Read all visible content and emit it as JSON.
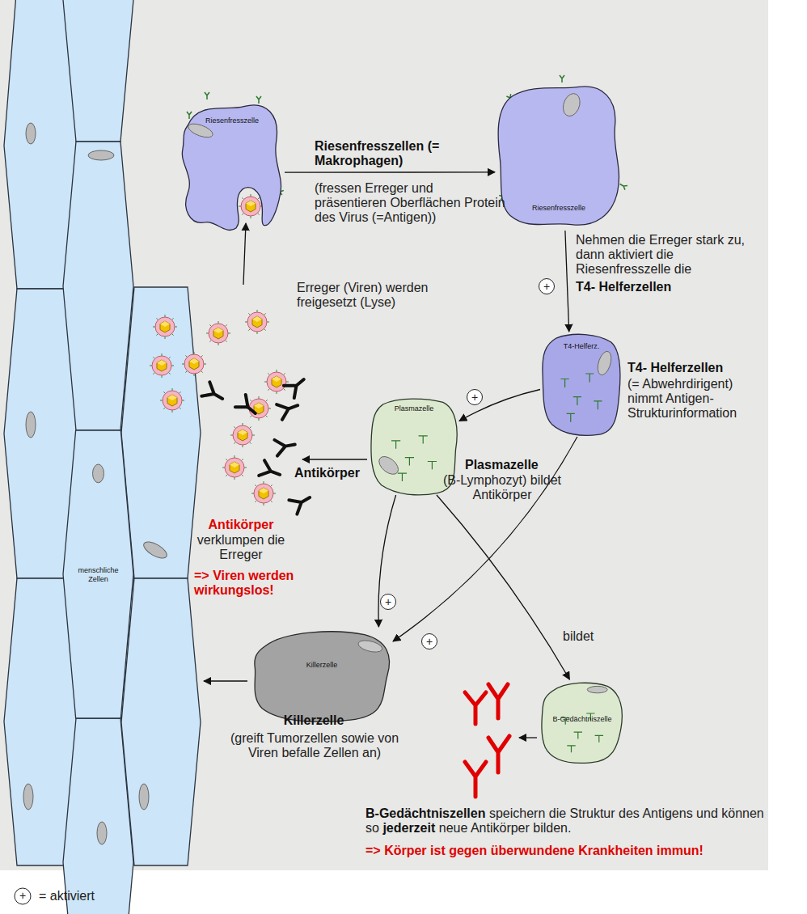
{
  "diagram": {
    "nodes": [
      {
        "text": [
          "Riesenfresszelle"
        ]
      },
      {
        "text": [
          "Riesenfresszelle"
        ]
      },
      {
        "text": [
          "T4-Helferz."
        ]
      },
      {
        "text": [
          "Plasmazelle"
        ]
      },
      {
        "text": [
          "menschliche Zellen"
        ]
      },
      {
        "text": [
          "Killerzelle"
        ]
      },
      {
        "text": [
          "B-Gedächtniszelle"
        ]
      }
    ],
    "edges": [
      {
        "from": 0,
        "to": 1,
        "arrow": "to"
      },
      {
        "from": 1,
        "to": 2,
        "arrow": "to"
      },
      {
        "from": 2,
        "to": 3,
        "arrow": "to"
      },
      {
        "from": 3,
        "to": 5,
        "arrow": "to"
      },
      {
        "from": 2,
        "to": 5,
        "arrow": "to"
      },
      {
        "from": 3,
        "to": 6,
        "label": "bildet",
        "arrow": "to"
      }
    ],
    "labels": [
      "Riesenfresszellen (= Makrophagen)",
      "(fressen Erreger und präsentieren Oberflächen Protein des Virus (=Antigen))",
      "Nehmen die Erreger stark zu, dann aktiviert die Riesenfresszelle die",
      "T4- Helferzellen",
      "+",
      "Erreger (Viren) werden freigesetzt (Lyse)",
      "T4- Helferzellen",
      "(= Abwehrdirigent) nimmt Antigen-Strukturinformation",
      "+",
      "Antikörper",
      "Plasmazelle",
      "(B-Lymphozyt) bildet Antikörper",
      "Antikörper",
      "verklumpen die Erreger",
      "=> Viren werden wirkungslos!",
      "+",
      "+",
      "Killerzelle",
      "(greift Tumorzellen sowie von Viren befalle Zellen an)",
      "B-Gedächtniszellen",
      "speichern die Struktur des Antigens und können so",
      "jederzeit",
      "neue Antikörper bilden.",
      "=> Körper ist gegen überwundene Krankheiten immun!",
      "+"
    ],
    "legend": [
      {
        "text": "= aktiviert"
      }
    ]
  }
}
